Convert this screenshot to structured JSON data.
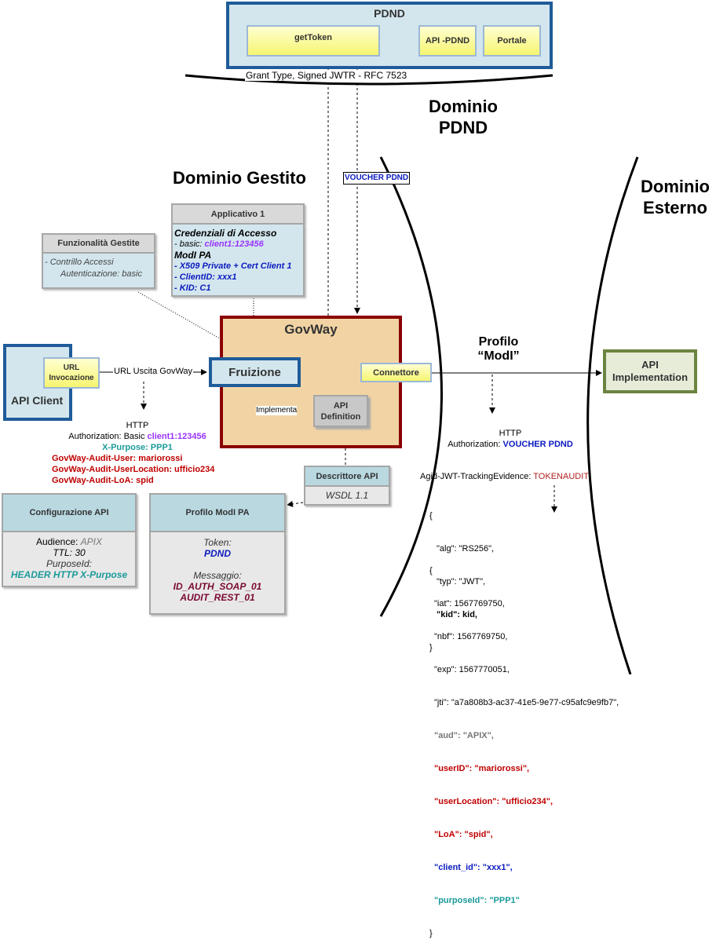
{
  "pdnd": {
    "title": "PDND",
    "get_token": "getToken",
    "api_pdnd": "API -PDND",
    "portale": "Portale",
    "grant_label": "Grant Type, Signed JWTR - RFC 7523"
  },
  "domains": {
    "pdnd_line1": "Dominio",
    "pdnd_line2": "PDND",
    "gestito": "Dominio Gestito",
    "esterno_line1": "Dominio",
    "esterno_line2": "Esterno"
  },
  "voucher_label": "VOUCHER PDND",
  "applicativo": {
    "title": "Applicativo 1",
    "cred_heading": "Credenziali di Accesso",
    "basic_prefix": "- basic: ",
    "basic_value": "client1:123456",
    "modi_heading": "ModI PA",
    "x509": "- X509  Private + Cert Client 1",
    "client_id": "- ClientID: xxx1",
    "kid": "- KID: C1"
  },
  "funzionalita": {
    "title": "Funzionalità Gestite",
    "line1": "- Contrillo Accessi",
    "line2": "Autenticazione: basic"
  },
  "api_client": {
    "label": "API Client",
    "url_box": "URL Invocazione",
    "arrow_label": "URL Uscita GovWay"
  },
  "govway": {
    "title": "GovWay",
    "fruizione": "Fruizione",
    "implementa": "Implementa",
    "api_definition": "API Definition",
    "connettore": "Connettore"
  },
  "http_request": {
    "title": "HTTP",
    "auth_prefix": "Authorization: Basic ",
    "auth_value": "client1:123456",
    "x_purpose": "X-Purpose: PPP1",
    "audit_user": "GovWay-Audit-User: mariorossi",
    "audit_location": "GovWay-Audit-UserLocation: ufficio234",
    "audit_loa": "GovWay-Audit-LoA: spid"
  },
  "configurazione": {
    "title": "Configurazione API",
    "audience_label": "Audience: ",
    "audience_value": "APIX",
    "ttl": "TTL: 30",
    "purpose_label": "PurposeId:",
    "purpose_value": "HEADER HTTP X-Purpose"
  },
  "profilo_modi_pa": {
    "title": "Profilo ModI PA",
    "token_label": "Token:",
    "token_value": "PDND",
    "messaggio_label": "Messaggio:",
    "msg1": "ID_AUTH_SOAP_01",
    "msg2": "AUDIT_REST_01"
  },
  "descrittore": {
    "title": "Descrittore API",
    "value": "WSDL 1.1"
  },
  "profilo_modi": {
    "line1": "Profilo",
    "line2": "“ModI”"
  },
  "api_implementation": "API Implementation",
  "http_response": {
    "title": "HTTP",
    "auth_prefix": "Authorization: ",
    "auth_value": "VOUCHER PDND",
    "tracking_prefix": "Agid-JWT-TrackingEvidence: ",
    "tracking_value": "TOKENAUDIT"
  },
  "jwt_header": {
    "open": "{",
    "alg": "\"alg\": \"RS256\",",
    "typ": "\"typ\": \"JWT\",",
    "kid": "\"kid\": kid,",
    "close": "}"
  },
  "jwt_payload": {
    "open": "{",
    "iat": "\"iat\": 1567769750,",
    "nbf": "\"nbf\": 1567769750,",
    "exp": "\"exp\": 1567770051,",
    "jti": "\"jti\": \"a7a808b3-ac37-41e5-9e77-c95afc9e9fb7\",",
    "aud": "\"aud\": \"APIX\",",
    "userID": "\"userID\": \"mariorossi\",",
    "userLocation": "\"userLocation\": \"ufficio234\",",
    "LoA": "\"LoA\": \"spid\",",
    "client_id": "\"client_id\": \"xxx1\",",
    "purposeId": "\"purposeId\": \"PPP1\"",
    "close": "}"
  },
  "colors": {
    "pdnd_border": "#1f5c99",
    "govway_border": "#8b0000",
    "govway_fill": "#f2d4a4",
    "api_impl_border": "#6b8440",
    "purple": "#9933ff",
    "teal": "#1c9a9a",
    "red": "#c00000",
    "blue": "#0b1bbf"
  }
}
